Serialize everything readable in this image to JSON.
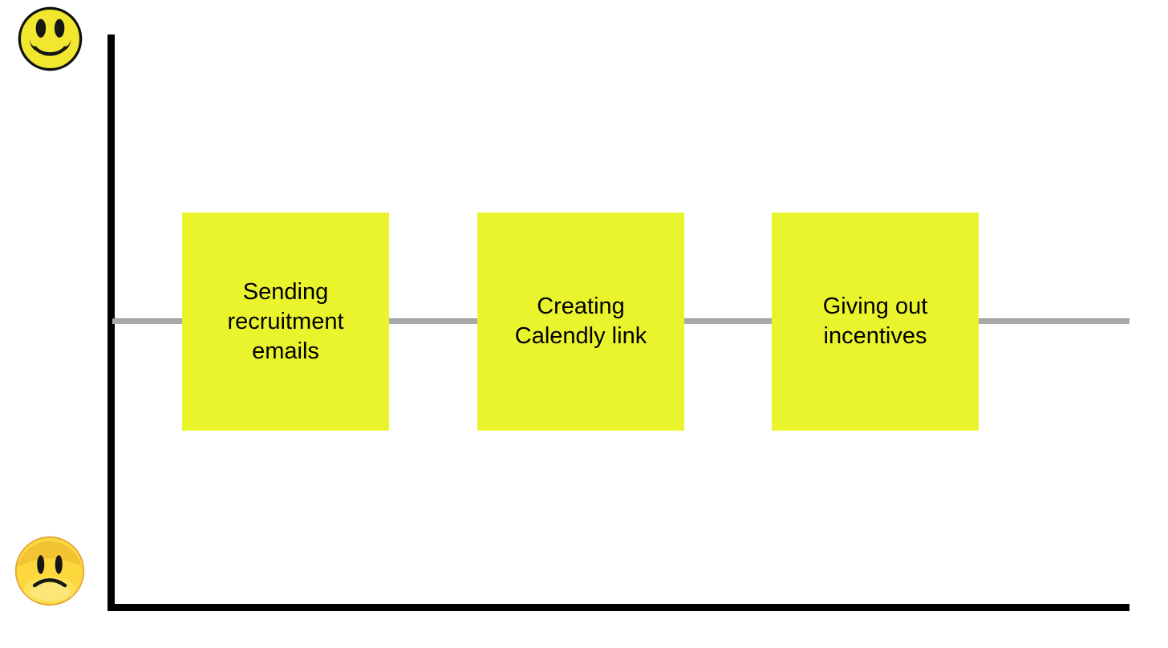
{
  "diagram": {
    "type": "sentiment-journey-map",
    "baseline_note": "neutral horizontal line crossing all sticky notes"
  },
  "mood_axis": {
    "positive_icon": "happy-face-icon",
    "negative_icon": "sad-face-icon"
  },
  "notes": [
    {
      "label": "Sending recruitment emails"
    },
    {
      "label": "Creating Calendly link"
    },
    {
      "label": "Giving out incentives"
    }
  ],
  "colors": {
    "background": "#ffffff",
    "axis": "#000000",
    "baseline": "#a9a9a9",
    "note_fill": "#e9f42d",
    "note_text": "#000000",
    "happy_face_fill": "#f1e72f",
    "happy_face_outline": "#111111",
    "sad_face_fill": "#fcd83c",
    "sad_face_rim": "#e2a43c",
    "face_features": "#161616"
  }
}
